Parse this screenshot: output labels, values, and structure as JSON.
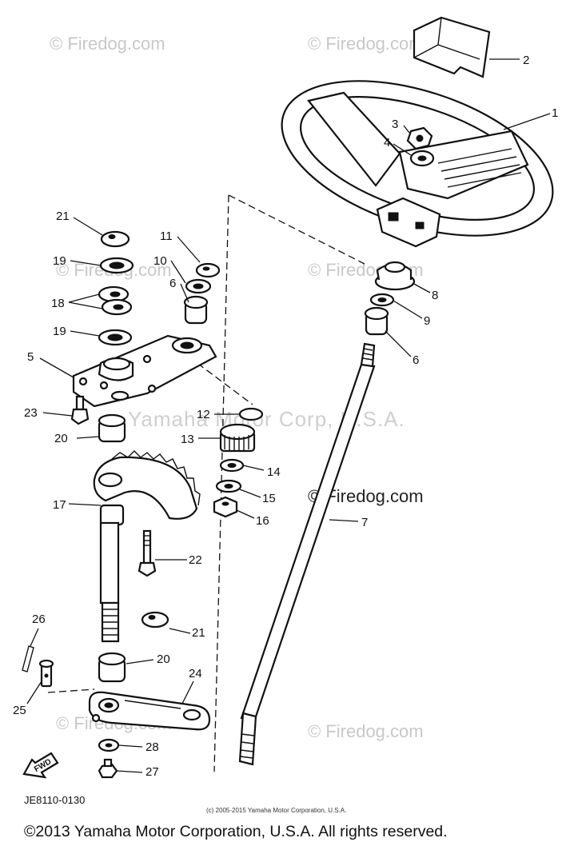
{
  "watermarks": {
    "firedog": "© Firedog.com",
    "yamaha_center": "Yamaha Motor Corp, U.S.A."
  },
  "fwd_arrow": "FWD",
  "diagram_code": "JE8110-0130",
  "small_copyright": "(c) 2005-2015 Yamaha Motor Corporation, U.S.A.",
  "copyright": "©2013 Yamaha Motor Corporation, U.S.A. All rights reserved.",
  "callouts": [
    "1",
    "2",
    "3",
    "4",
    "5",
    "6",
    "6",
    "7",
    "8",
    "9",
    "10",
    "11",
    "12",
    "13",
    "14",
    "15",
    "16",
    "17",
    "18",
    "19",
    "19",
    "20",
    "20",
    "21",
    "21",
    "22",
    "23",
    "24",
    "25",
    "26",
    "27",
    "28"
  ]
}
